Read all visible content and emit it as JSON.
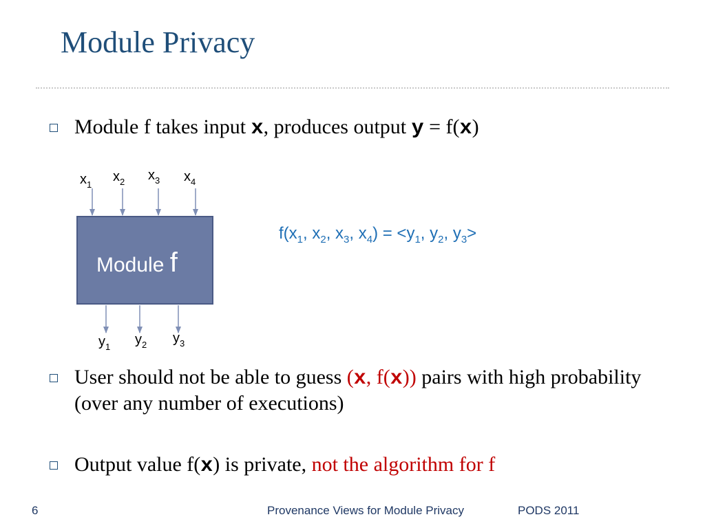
{
  "slide": {
    "title": "Module Privacy",
    "bullets": [
      {
        "parts": [
          "Module f takes input ",
          "x",
          ", produces output ",
          "y",
          " = f(",
          "x",
          ")"
        ]
      },
      {
        "parts": [
          "User should not be able to guess ",
          "(",
          "x",
          ", f(",
          "x",
          "))",
          " pairs with high probability (over any number of executions)"
        ]
      },
      {
        "parts": [
          "Output value f(",
          "x",
          ") is private, ",
          "not the algorithm for f"
        ]
      }
    ],
    "diagram": {
      "module_label": "Module ",
      "module_name": "f",
      "inputs": [
        {
          "base": "x",
          "sub": "1"
        },
        {
          "base": "x",
          "sub": "2"
        },
        {
          "base": "x",
          "sub": "3"
        },
        {
          "base": "x",
          "sub": "4"
        }
      ],
      "outputs": [
        {
          "base": "y",
          "sub": "1"
        },
        {
          "base": "y",
          "sub": "2"
        },
        {
          "base": "y",
          "sub": "3"
        }
      ],
      "box_color": "#6B7BA4",
      "arrow_color": "#7F8FB5"
    },
    "equation": {
      "lhs_open": "f(",
      "x1": "x",
      "s1": "1",
      "c1": ", ",
      "x2": "x",
      "s2": "2",
      "c2": ", ",
      "x3": "x",
      "s3": "3",
      "c3": ", ",
      "x4": "x",
      "s4": "4",
      "mid": ") = <",
      "y1": "y",
      "t1": "1",
      "d1": ", ",
      "y2": "y",
      "t2": "2",
      "d2": ", ",
      "y3": "y",
      "t3": "3",
      "end": ">"
    },
    "footer": {
      "page_number": "6",
      "center": "Provenance Views for Module Privacy",
      "right": "PODS 2011"
    }
  }
}
